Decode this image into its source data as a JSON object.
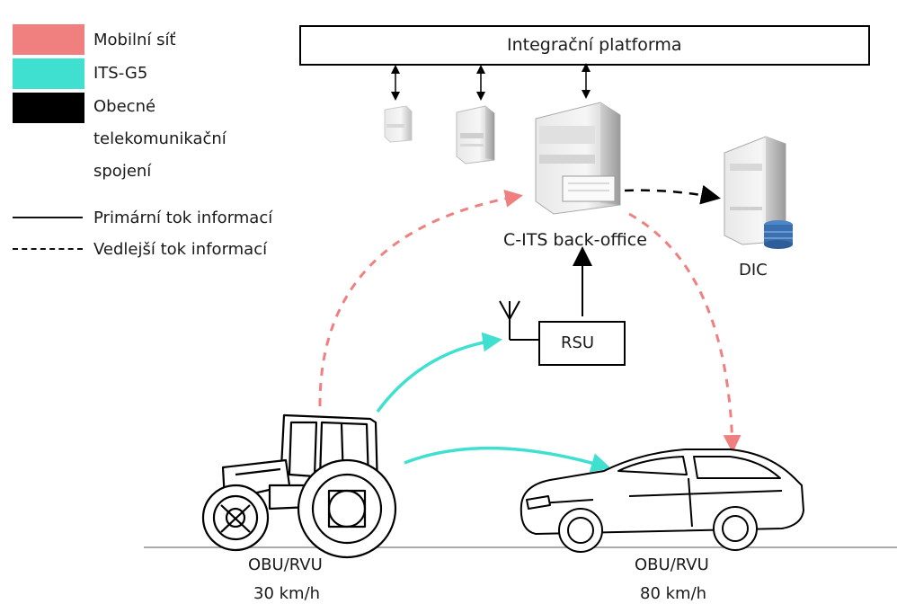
{
  "legend": {
    "mobile": {
      "label": "Mobilní síť",
      "color": "#f08080"
    },
    "its": {
      "label": "ITS-G5",
      "color": "#40e0d0"
    },
    "general": {
      "line1": "Obecné",
      "line2": "telekomunikační",
      "line3": "spojení",
      "color": "#000000"
    },
    "primary": {
      "label": "Primární tok informací"
    },
    "secondary": {
      "label": "Vedlejší tok informací"
    }
  },
  "diagram": {
    "platform_label": "Integrační platforma",
    "backoffice_label": "C-ITS back-office",
    "dic_label": "DIC",
    "rsu_label": "RSU",
    "tractor": {
      "device": "OBU/RVU",
      "speed": "30 km/h"
    },
    "car": {
      "device": "OBU/RVU",
      "speed": "80 km/h"
    }
  }
}
